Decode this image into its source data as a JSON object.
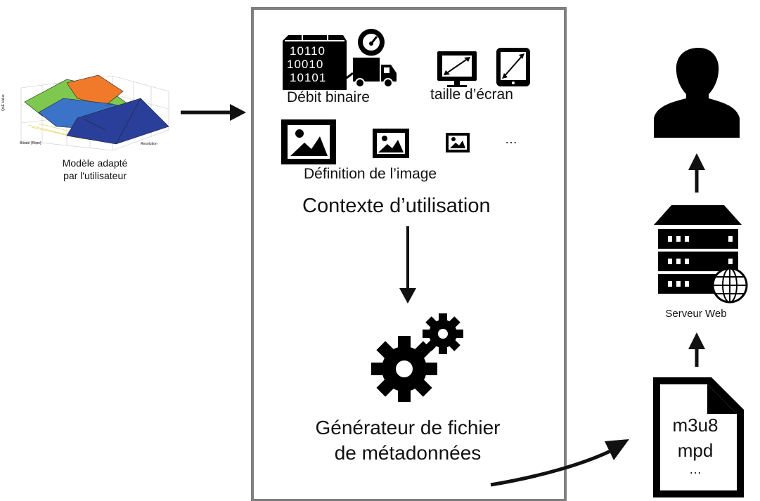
{
  "model": {
    "caption_line1": "Modèle adapté",
    "caption_line2": "par l'utilisateur",
    "plot": {
      "zlabel": "QoE Value",
      "xlabel": "Bitrate (Kbps)",
      "ylabel": "Resolution"
    }
  },
  "context_box": {
    "bitrate_label": "Débit binaire",
    "bits": [
      "10110",
      "10010",
      "10101"
    ],
    "screen_size_label": "taille d’écran",
    "image_definition_label": "Définition de l’image",
    "ellipsis": "…",
    "title": "Contexte d’utilisation",
    "generator_line1": "Générateur de fichier",
    "generator_line2": "de métadonnées"
  },
  "server": {
    "label": "Serveur Web"
  },
  "metadata_file": {
    "lines": [
      "m3u8",
      "mpd",
      "…"
    ]
  },
  "colors": {
    "icon": "#000000",
    "box_border": "#7f7f7f",
    "surface_green": "#7ec850",
    "surface_orange": "#f07a2a",
    "surface_blue": "#3a73c8",
    "surface_navy": "#2a3f9a"
  }
}
